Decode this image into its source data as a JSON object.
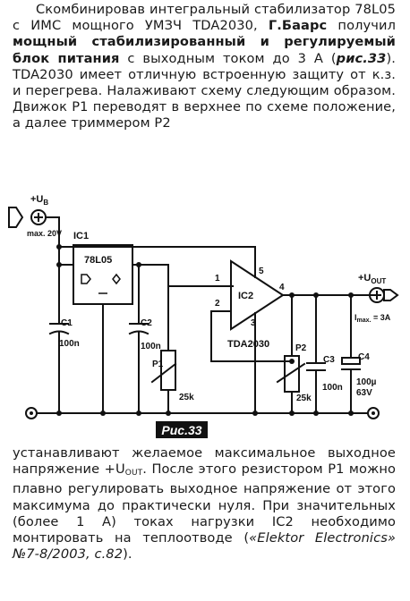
{
  "paragraph_top": {
    "t1": "Скомбинировав интегральный стабилизатор 78L05 с ИМС мощного УМЗЧ TDA2030, ",
    "author": "Г.Баарс",
    "t2": " получил ",
    "t3": "мощный стабилизированный и регулируемый блок питания",
    "t4": " с выходным током до 3 А (",
    "fig_ref": "рис.33",
    "t5": "). TDA2030 имеет отличную встроенную защиту от к.з. и перегрева. Налаживают схему следующим образом. Движок P1 переводят в верхнее по схеме положение, а далее триммером P2"
  },
  "schematic": {
    "input_label": "+U",
    "input_sub": "B",
    "input_max": "max. 20V",
    "output_label": "+U",
    "output_sub": "OUT",
    "output_max": "I",
    "output_max_sub": "max.",
    "output_max_val": " = 3A",
    "ic1_name": "IC1",
    "ic1_part": "78L05",
    "ic2_name": "IC2",
    "ic2_part": "TDA2030",
    "pins": {
      "p1": "1",
      "p2": "2",
      "p3": "3",
      "p4": "4",
      "p5": "5"
    },
    "c1": {
      "name": "C1",
      "value": "100n"
    },
    "c2": {
      "name": "C2",
      "value": "100n"
    },
    "c3": {
      "name": "C3",
      "value": "100n"
    },
    "c4": {
      "name": "C4",
      "value": "100µ",
      "voltage": "63V"
    },
    "p1": {
      "name": "P1",
      "value": "25k"
    },
    "p2": {
      "name": "P2",
      "value": "25k"
    },
    "fig_label": "Рис.33"
  },
  "paragraph_bottom": {
    "t1": "устанавливают желаемое максимальное выходное напряжение +U",
    "sub": "OUT",
    "t2": ". После этого резистором P1 можно плавно регулировать выходное напряжение от этого максимума до практически нуля. При значительных (более 1 А) токах нагрузки IC2 необходимо монтировать на теплоотводе (",
    "src": "«Elektor Electronics» №7-8/2003, с.82",
    "t3": ")."
  }
}
